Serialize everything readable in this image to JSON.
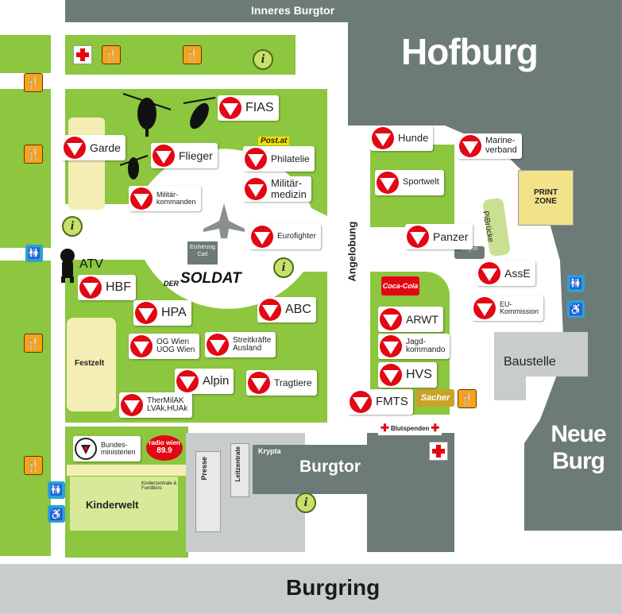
{
  "streets": {
    "top": "Inneres Burgtor",
    "bottom": "Burgring",
    "center": "Angelobung"
  },
  "buildings": {
    "hofburg": "Hofburg",
    "neue_burg": "Neue Burg",
    "burgtor": "Burgtor",
    "baustelle": "Baustelle",
    "krypta": "Krypta",
    "presse": "Presse",
    "leitzentrale": "Leitzentrale",
    "festzelt": "Festzelt",
    "kinderwelt": "Kinderwelt",
    "kinderzentrale": "Kinderzentrale & Fundbüro",
    "pibruecke": "PiBrücke",
    "erzherzog": "Erzherzog Carl",
    "eugen": "Eugen",
    "blutspenden": "Blutspenden",
    "bundesministerien": "Bundes-\nministerien"
  },
  "logos": {
    "soldat_der": "DER",
    "soldat": "SOLDAT",
    "post": "Post.at",
    "radio": "radio wien",
    "radio_freq": "89.9",
    "cocacola": "Coca-Cola",
    "print_zone": "PRINT ZONE",
    "sacher": "Sacher"
  },
  "stations": {
    "fias": "FIAS",
    "garde": "Garde",
    "flieger": "Flieger",
    "philatelie": "Philatelie",
    "militaerkommanden": "Militär-\nkommanden",
    "militaermedizin": "Militär-\nmedizin",
    "eurofighter": "Eurofighter",
    "atv": "ATV",
    "hbf": "HBF",
    "hpa": "HPA",
    "abc": "ABC",
    "og_wien": "OG Wien\nUOG Wien",
    "streitkraefte": "Streitkräfte\nAusland",
    "alpin": "Alpin",
    "tragtiere": "Tragtiere",
    "thermilak": "TherMilAK\nLVAk,HUAk",
    "hunde": "Hunde",
    "marineverband": "Marine-\nverband",
    "sportwelt": "Sportwelt",
    "panzer": "Panzer",
    "asse": "AssE",
    "eu_kommission": "EU-\nKommission",
    "arwt": "ARWT",
    "jagdkommando": "Jagd-\nkommando",
    "hvs": "HVS",
    "fmts": "FMTS"
  },
  "icons": {
    "info_letter": "i"
  },
  "colors": {
    "green": "#8dc63f",
    "building_gray": "#6d7b78",
    "light_gray": "#c8cdcb",
    "marker_red": "#e30613",
    "food_orange": "#f7a21b",
    "wc_blue": "#2aa3d6"
  }
}
